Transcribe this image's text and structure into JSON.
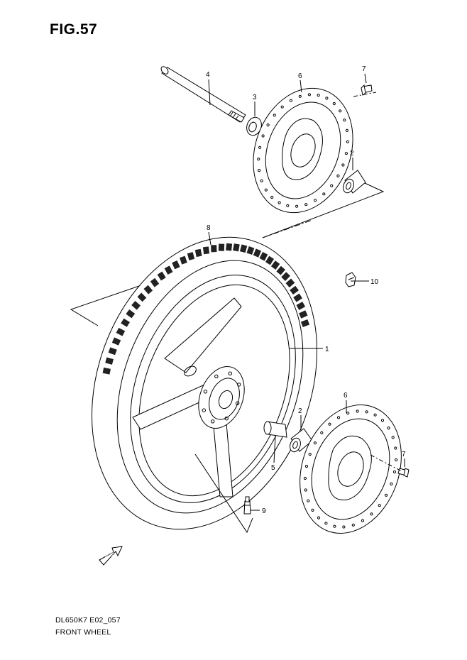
{
  "figure": {
    "title": "FIG.57",
    "code": "DL650K7 E02_057",
    "name": "FRONT WHEEL"
  },
  "callouts": {
    "c1": "1",
    "c2a": "2",
    "c2b": "2",
    "c3": "3",
    "c4": "4",
    "c5": "5",
    "c6a": "6",
    "c6b": "6",
    "c7a": "7",
    "c7b": "7",
    "c8": "8",
    "c9": "9",
    "c10": "10"
  },
  "fwd_mark": "FWD",
  "colors": {
    "line": "#000000",
    "background": "#ffffff"
  }
}
